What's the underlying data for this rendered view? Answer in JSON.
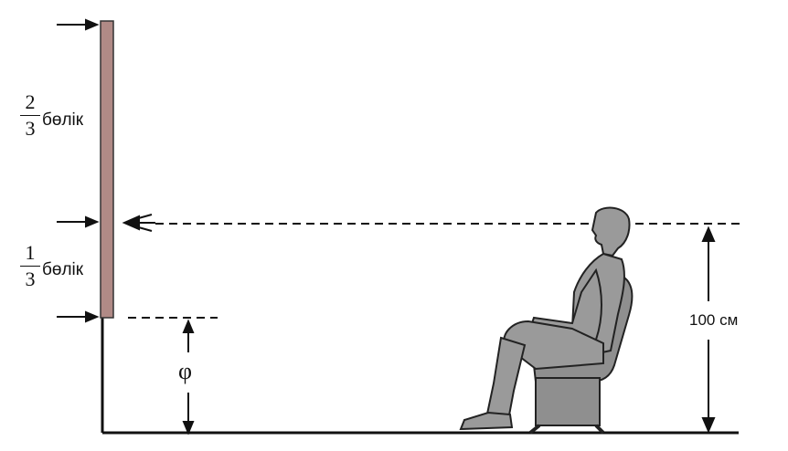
{
  "labels": {
    "upper_fraction": {
      "numerator": "2",
      "denominator": "3"
    },
    "lower_fraction": {
      "numerator": "1",
      "denominator": "3"
    },
    "part_word": "бөлік",
    "angle_symbol": "φ",
    "distance_label": "100 см"
  },
  "colors": {
    "board": "#b08a86",
    "line": "#111111",
    "figure_fill": "#9a9a9a",
    "figure_stroke": "#222222",
    "background": "#ffffff"
  },
  "icons": [
    "arrow-icon",
    "seated-person-icon",
    "chair-icon"
  ]
}
